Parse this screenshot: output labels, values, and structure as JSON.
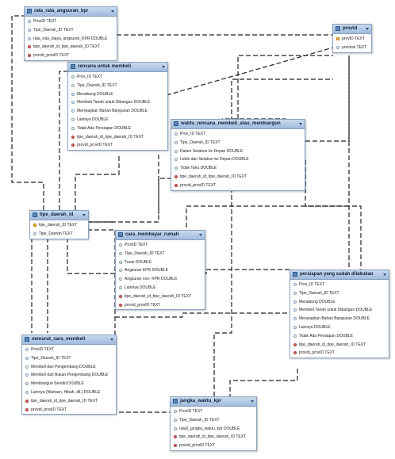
{
  "tables": [
    {
      "id": "rata_rata_angsuran_kpr",
      "title": "rata_rata_angsuran_kpr",
      "cols": [
        {
          "name": "ProvID TEXT",
          "kind": "attr"
        },
        {
          "name": "Tipe_Daerah_ID TEXT",
          "kind": "attr"
        },
        {
          "name": "rata_rata_biaya_angsuran_KPR DOUBLE",
          "kind": "attr"
        },
        {
          "name": "tipe_daerah_id_tipe_daerah_ID TEXT",
          "kind": "fk"
        },
        {
          "name": "provid_provID TEXT",
          "kind": "fk"
        }
      ]
    },
    {
      "id": "provid",
      "title": "provid",
      "cols": [
        {
          "name": "provID TEXT",
          "kind": "key"
        },
        {
          "name": "provinsi TEXT",
          "kind": "attr"
        }
      ]
    },
    {
      "id": "rencana_untuk_membeli",
      "title": "rencana untuk membeli",
      "cols": [
        {
          "name": "Prov_ID TEXT",
          "kind": "attr"
        },
        {
          "name": "Tipe_Daerah_ID TEXT",
          "kind": "attr"
        },
        {
          "name": "Menabung DOUBLE",
          "kind": "attr"
        },
        {
          "name": "Membeli Tanah untuk Dibangun DOUBLE",
          "kind": "attr"
        },
        {
          "name": "Menyiapkan Bahan Bangunan DOUBLE",
          "kind": "attr"
        },
        {
          "name": "Lainnya DOUBLE",
          "kind": "attr"
        },
        {
          "name": "Tidak Ada Persiapan DOUBLE",
          "kind": "attr"
        },
        {
          "name": "tipe_daerah_id_tipe_daerah_ID TEXT",
          "kind": "fk"
        },
        {
          "name": "provid_provID TEXT",
          "kind": "fk"
        }
      ]
    },
    {
      "id": "waktu_rencana",
      "title": "waktu_rencana_membeli_atau_membangun",
      "cols": [
        {
          "name": "Prov_ID TEXT",
          "kind": "attr"
        },
        {
          "name": "Tipe_Daerah_ID TEXT",
          "kind": "attr"
        },
        {
          "name": "Dalam Setahun ke Depan DOUBLE",
          "kind": "attr"
        },
        {
          "name": "Lebih dari Setahun ke Depan DOUBLE",
          "kind": "attr"
        },
        {
          "name": "Tidak Tahu DOUBLE",
          "kind": "attr"
        },
        {
          "name": "tipe_daerah_id_tipe_daerah_ID TEXT",
          "kind": "fk"
        },
        {
          "name": "provid_provID TEXT",
          "kind": "fk"
        }
      ]
    },
    {
      "id": "tipe_daerah_id",
      "title": "tipe_daerah_id",
      "cols": [
        {
          "name": "tipe_daerah_ID TEXT",
          "kind": "key"
        },
        {
          "name": "Tipe_Daerah TEXT",
          "kind": "attr"
        }
      ]
    },
    {
      "id": "cara_membayar_rumah",
      "title": "cara_membayar_rumah",
      "cols": [
        {
          "name": "ProvID TEXT",
          "kind": "attr"
        },
        {
          "name": "Tipe_Daerah_ID TEXT",
          "kind": "attr"
        },
        {
          "name": "Tunai DOUBLE",
          "kind": "attr"
        },
        {
          "name": "Angsuran KPR DOUBLE",
          "kind": "attr"
        },
        {
          "name": "Angsuran non- KPR DOUBLE",
          "kind": "attr"
        },
        {
          "name": "Lainnya DOUBLE",
          "kind": "attr"
        },
        {
          "name": "tipe_daerah_id_tipe_daerah_ID TEXT",
          "kind": "fk"
        },
        {
          "name": "provid_provID TEXT",
          "kind": "fk"
        }
      ]
    },
    {
      "id": "persiapan",
      "title": "persiapan yang sudah dilakukan",
      "cols": [
        {
          "name": "Prov_ID TEXT",
          "kind": "attr"
        },
        {
          "name": "Tipe_Daerah_ID TEXT",
          "kind": "attr"
        },
        {
          "name": "Menabung DOUBLE",
          "kind": "attr"
        },
        {
          "name": "Membeli Tanah untuk Dibangun DOUBLE",
          "kind": "attr"
        },
        {
          "name": "Menyiapkan Bahan Bangunan DOUBLE",
          "kind": "attr"
        },
        {
          "name": "Lainnya DOUBLE",
          "kind": "attr"
        },
        {
          "name": "Tidak Ada Persiapan DOUBLE",
          "kind": "attr"
        },
        {
          "name": "tipe_daerah_id_tipe_daerah_ID TEXT",
          "kind": "fk"
        },
        {
          "name": "provid_provID TEXT",
          "kind": "fk"
        }
      ]
    },
    {
      "id": "menurut_cara_membeli",
      "title": "menurut_cara_membeli",
      "cols": [
        {
          "name": "ProvID TEXT",
          "kind": "attr"
        },
        {
          "name": "Tipe_Daerah_ID TEXT",
          "kind": "attr"
        },
        {
          "name": "Membeli dari Pengembang DOUBLE",
          "kind": "attr"
        },
        {
          "name": "Membeli dari Bukan Pengembang DOUBLE",
          "kind": "attr"
        },
        {
          "name": "Membangun Sendiri DOUBLE",
          "kind": "attr"
        },
        {
          "name": "Lainnya (Warisan, Hibah, dll.) DOUBLE",
          "kind": "attr"
        },
        {
          "name": "tipe_daerah_id_tipe_daerah_ID TEXT",
          "kind": "fk"
        },
        {
          "name": "provid_provID TEXT",
          "kind": "fk"
        }
      ]
    },
    {
      "id": "jangka_waktu_kpr",
      "title": "jangka_waktu_kpr",
      "cols": [
        {
          "name": "ProvID TEXT",
          "kind": "attr"
        },
        {
          "name": "Tipe_Daerah_ID TEXT",
          "kind": "attr"
        },
        {
          "name": "rata2_jangka_waktu_kpr DOUBLE",
          "kind": "attr"
        },
        {
          "name": "tipe_daerah_id_tipe_daerah_ID TEXT",
          "kind": "fk"
        },
        {
          "name": "provid_provID TEXT",
          "kind": "fk"
        }
      ]
    }
  ]
}
